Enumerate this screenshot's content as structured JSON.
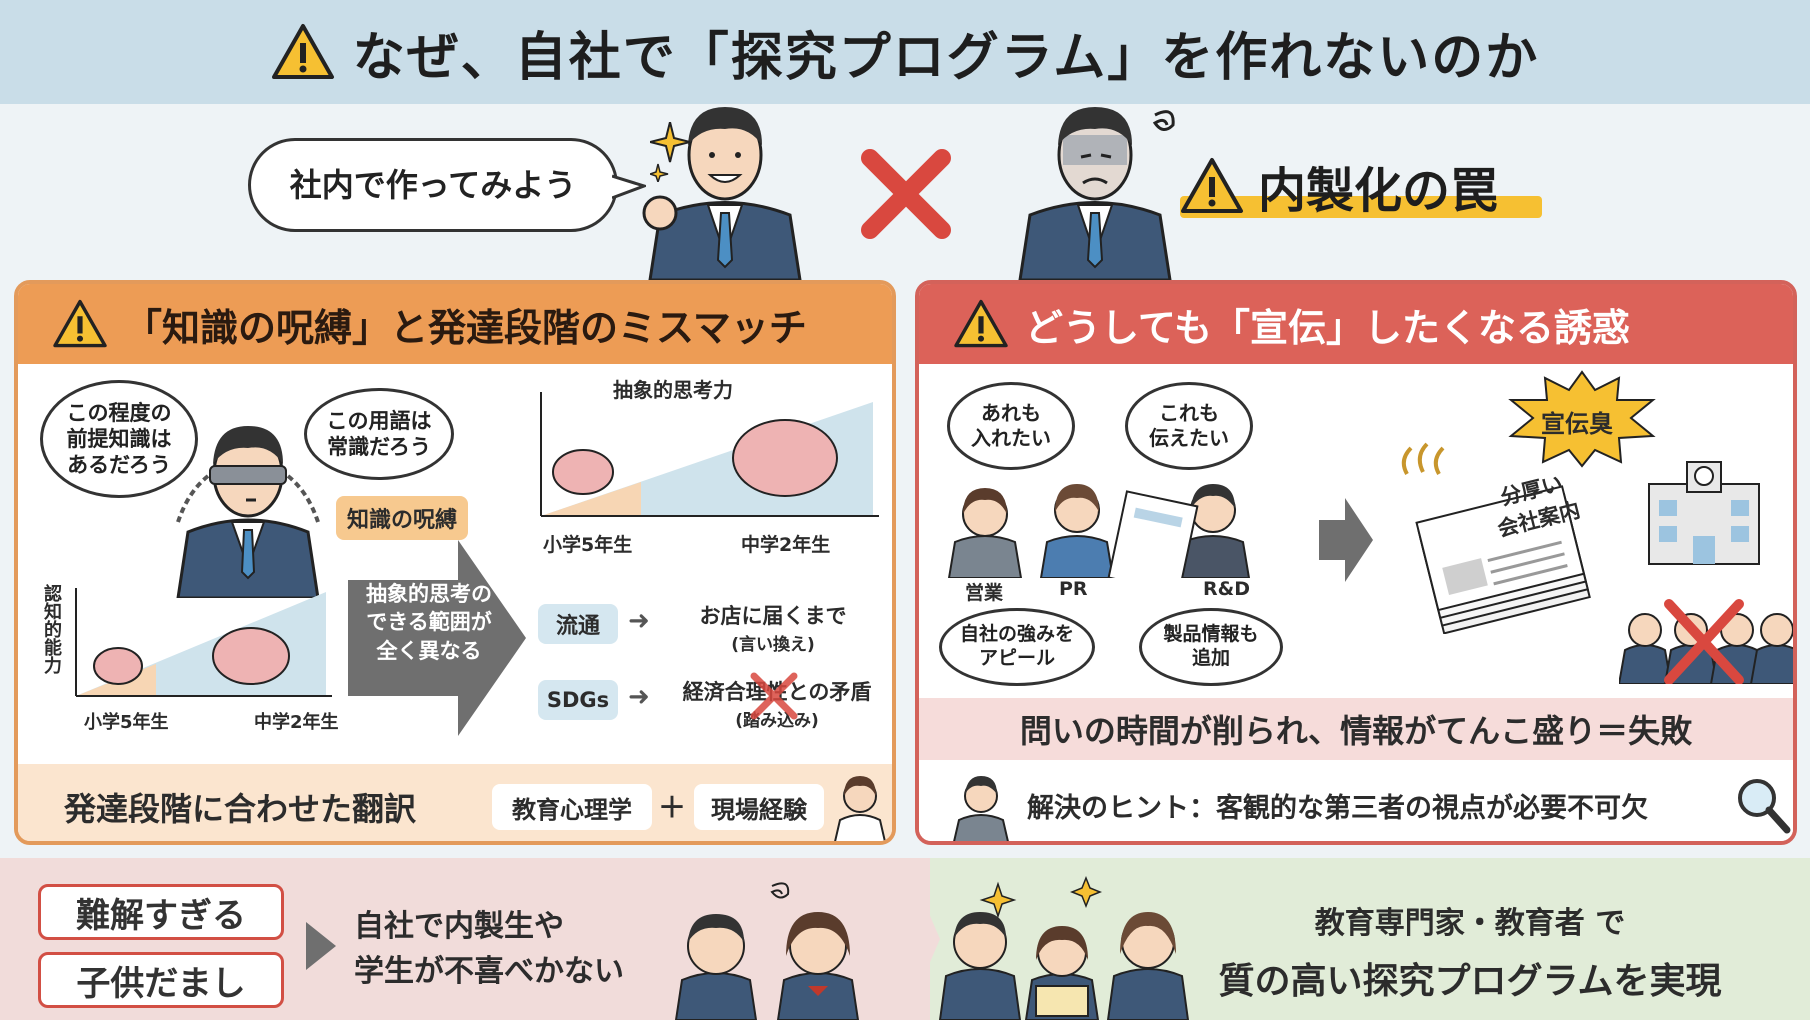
{
  "title": "なぜ、自社で「探究プログラム」を作れないのか",
  "top": {
    "speech": "社内で作ってみよう",
    "trap_label": "内製化の罠"
  },
  "left_panel": {
    "heading": "「知識の呪縛」と発達段階のミスマッチ",
    "bubble_1": "この程度の\n前提知識は\nあるだろう",
    "bubble_2": "この用語は\n常識だろう",
    "curse_tag": "知識の呪縛",
    "chart_small": {
      "ylabel": "認知的能力",
      "x_left": "小学5年生",
      "x_right": "中学2年生"
    },
    "chart_large": {
      "title": "抽象的思考力",
      "x_left": "小学5年生",
      "x_right": "中学2年生"
    },
    "arrow_text": "抽象的思考の\nできる範囲が\n全く異なる",
    "examples": [
      {
        "term": "流通",
        "result": "お店に届くまで",
        "note": "(言い換え)"
      },
      {
        "term": "SDGs",
        "result": "経済合理性との矛盾",
        "note": "(踏み込み)"
      }
    ],
    "footer_text": "発達段階に合わせた翻訳",
    "footer_left": "教育心理学",
    "footer_plus": "＋",
    "footer_right": "現場経験"
  },
  "right_panel": {
    "heading": "どうしても「宣伝」したくなる誘惑",
    "bubble_1": "あれも\n入れたい",
    "bubble_2": "これも\n伝えたい",
    "bubble_3": "自社の強みを\nアピール",
    "bubble_4": "製品情報も\n追加",
    "roles": [
      "営業",
      "PR",
      "R&D"
    ],
    "burst": "宣伝臭",
    "brochure": "分厚い\n会社案内",
    "result_text": "問いの時間が削られ、情報がてんこ盛り＝失敗",
    "hint_text": "解決のヒント：客観的な第三者の視点が必要不可欠"
  },
  "bottom": {
    "pill_1": "難解すぎる",
    "pill_2": "子供だまし",
    "problem_text": "自社で内製生や\n学生が不喜べかない",
    "solution_line1": "教育専門家・教育者 で",
    "solution_line2": "質の高い探究プログラムを実現"
  },
  "colors": {
    "orange": "#ed9c55",
    "red": "#dc6259",
    "title_band": "#c9dde8",
    "warning_yellow": "#f6c032"
  }
}
